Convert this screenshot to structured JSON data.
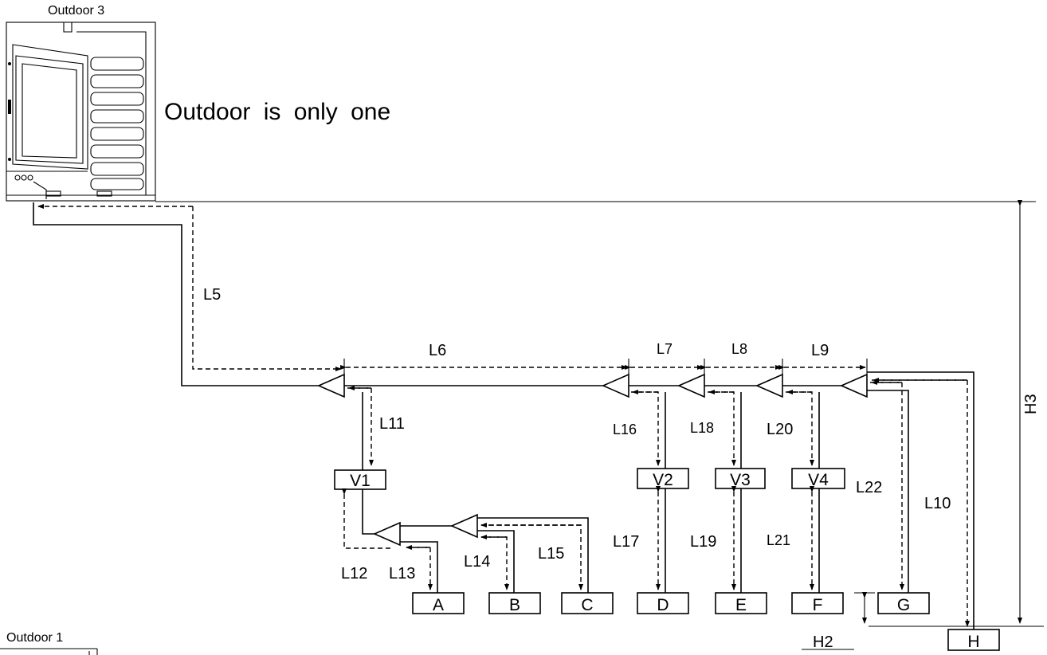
{
  "outdoor_units": {
    "top_caption": "Outdoor 3",
    "bottom_caption": "Outdoor 1"
  },
  "note": "Outdoor is only one",
  "pipe_labels": {
    "L5": "L5",
    "L6": "L6",
    "L7": "L7",
    "L8": "L8",
    "L9": "L9",
    "L10": "L10",
    "L11": "L11",
    "L12": "L12",
    "L13": "L13",
    "L14": "L14",
    "L15": "L15",
    "L16": "L16",
    "L17": "L17",
    "L18": "L18",
    "L19": "L19",
    "L20": "L20",
    "L21": "L21",
    "L22": "L22"
  },
  "height_labels": {
    "H2": "H2",
    "H3": "H3"
  },
  "valve_boxes": [
    "V1",
    "V2",
    "V3",
    "V4"
  ],
  "indoor_units": [
    "A",
    "B",
    "C",
    "D",
    "E",
    "F",
    "G",
    "H"
  ]
}
